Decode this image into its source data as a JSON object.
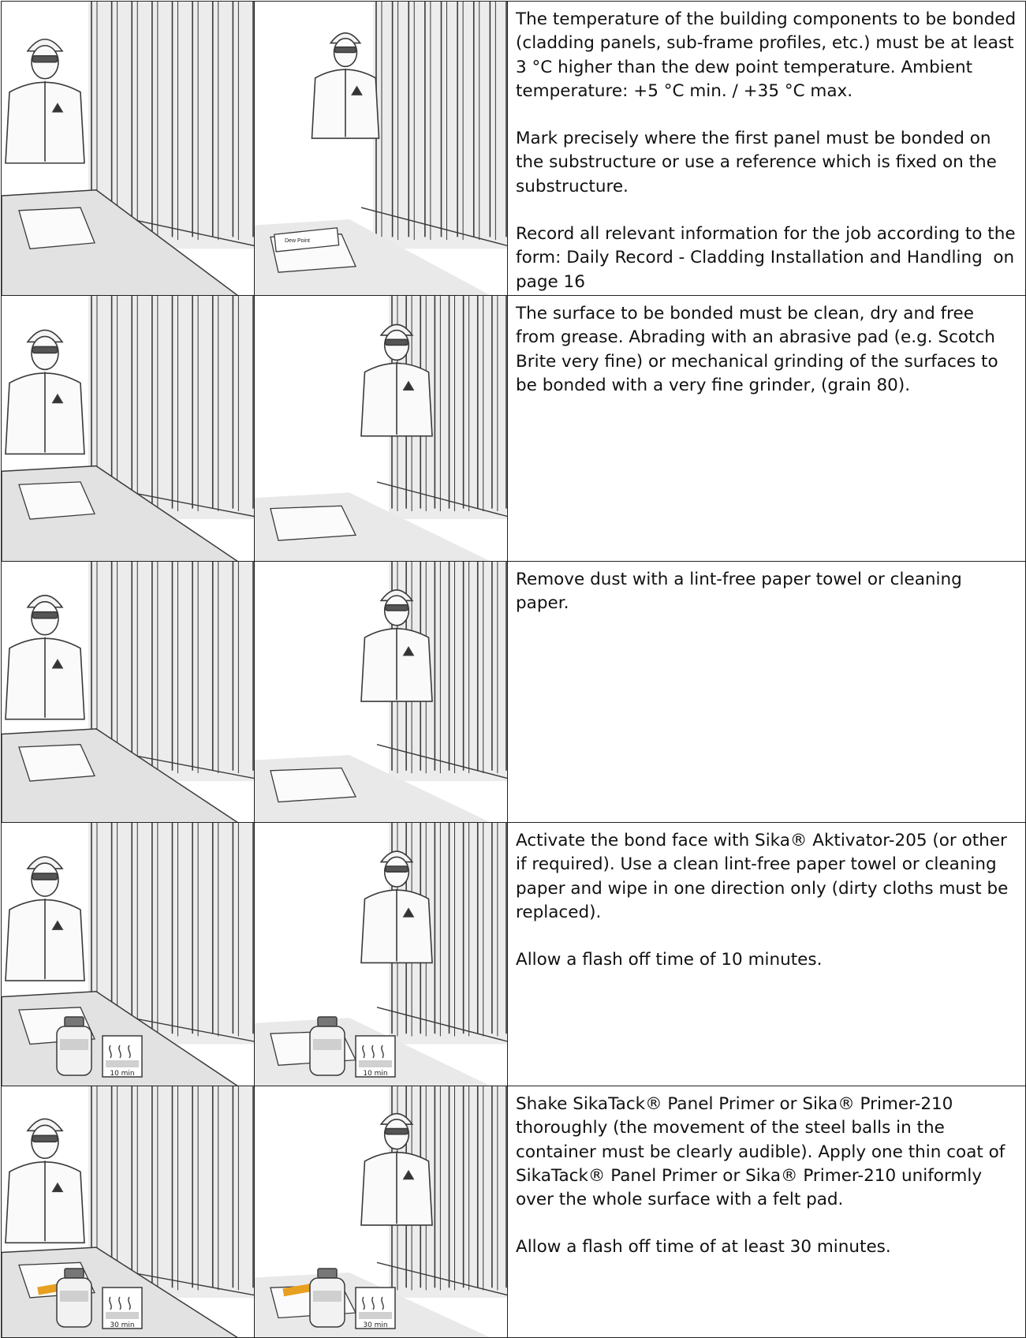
{
  "steps": [
    {
      "paragraphs": [
        "The temperature of the building components to be bonded (cladding panels, sub-frame profiles, etc.) must be at least 3 °C higher than the dew point temperature. Ambient temperature: +5 °C min. / +35 °C max.",
        "Mark precisely where the first panel must be bonded on the substructure or use a reference which is fixed on the substructure.",
        "Record all relevant information for the job according to the form: Daily Record - Cladding Installation and Handling  on page 16"
      ],
      "left_image": {
        "icon": "worker-at-table-marking-panel"
      },
      "right_image": {
        "icon": "worker-recording-dew-point",
        "device_label": "Dew Point"
      }
    },
    {
      "paragraphs": [
        "The surface to be bonded must be clean, dry and free from grease. Abrading with an abrasive pad (e.g. Scotch Brite very fine) or mechanical grinding of the surfaces to be bonded with a very fine grinder, (grain 80)."
      ],
      "left_image": {
        "icon": "worker-abrading-panel"
      },
      "right_image": {
        "icon": "worker-abrading-substructure"
      }
    },
    {
      "paragraphs": [
        "Remove dust with a lint-free paper towel or cleaning paper."
      ],
      "left_image": {
        "icon": "worker-wiping-panel"
      },
      "right_image": {
        "icon": "worker-wiping-substructure"
      }
    },
    {
      "paragraphs": [
        "Activate the bond face with Sika® Aktivator-205 (or other if required). Use a clean lint-free paper towel or cleaning paper and wipe in one direction only (dirty cloths must be replaced).",
        "Allow a flash off time of 10 minutes."
      ],
      "left_image": {
        "icon": "worker-activating-panel",
        "timer": "10 min"
      },
      "right_image": {
        "icon": "worker-activating-substructure",
        "timer": "10 min"
      }
    },
    {
      "paragraphs": [
        "Shake SikaTack® Panel Primer or Sika® Primer-210 thoroughly (the movement of the steel balls in the container must be clearly audible). Apply one thin coat of SikaTack® Panel Primer or Sika® Primer-210 uniformly over the whole surface with a felt pad.",
        "Allow a flash off time of at least 30 minutes."
      ],
      "left_image": {
        "icon": "worker-priming-panel",
        "timer": "30 min"
      },
      "right_image": {
        "icon": "worker-priming-substructure",
        "timer": "30 min"
      }
    }
  ],
  "colors": {
    "line": "#3a3a3a",
    "wall": "#ececec",
    "table": "#e2e2e2",
    "primer": "#e8a020"
  }
}
